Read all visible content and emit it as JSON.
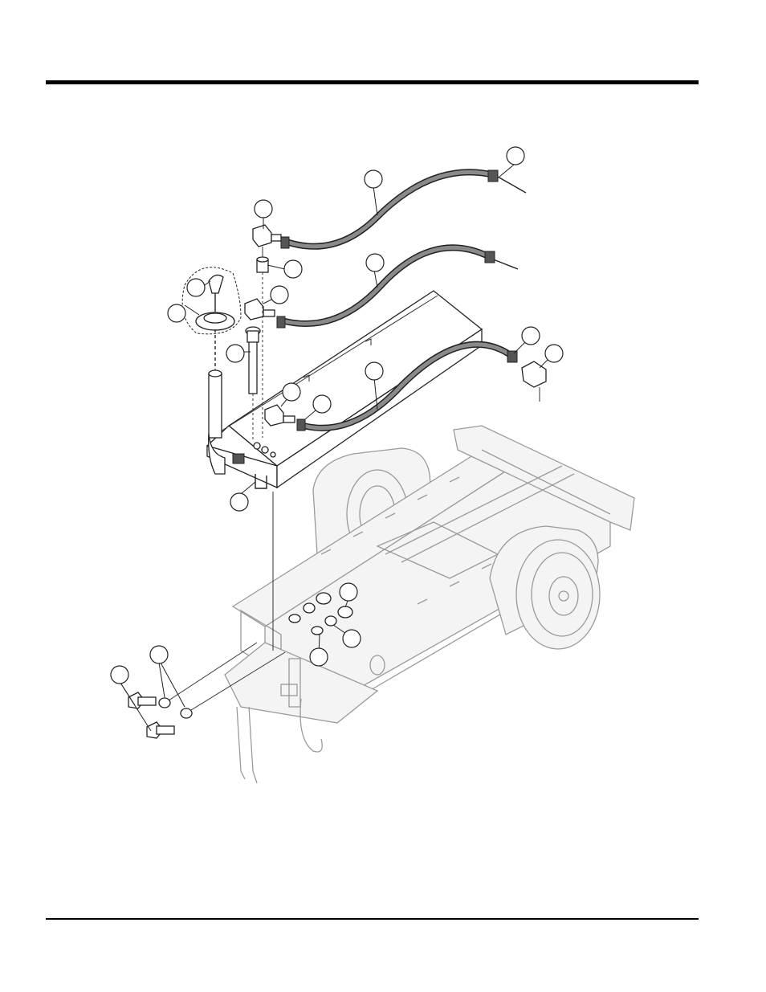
{
  "page": {
    "background": "#ffffff",
    "rule_color": "#000000"
  },
  "diagram": {
    "callouts": [
      {
        "id": "c1",
        "text": ""
      },
      {
        "id": "c2",
        "text": ""
      },
      {
        "id": "c3",
        "text": ""
      },
      {
        "id": "c4",
        "text": ""
      },
      {
        "id": "c5",
        "text": ""
      },
      {
        "id": "c6",
        "text": ""
      },
      {
        "id": "c7",
        "text": ""
      },
      {
        "id": "c8",
        "text": ""
      },
      {
        "id": "c9",
        "text": ""
      },
      {
        "id": "c10",
        "text": ""
      },
      {
        "id": "c11",
        "text": ""
      },
      {
        "id": "c12",
        "text": ""
      },
      {
        "id": "c13",
        "text": ""
      },
      {
        "id": "c14",
        "text": ""
      },
      {
        "id": "c15",
        "text": ""
      },
      {
        "id": "c16",
        "text": ""
      },
      {
        "id": "c17",
        "text": ""
      },
      {
        "id": "c18",
        "text": ""
      },
      {
        "id": "c19",
        "text": ""
      },
      {
        "id": "c20",
        "text": ""
      }
    ]
  }
}
